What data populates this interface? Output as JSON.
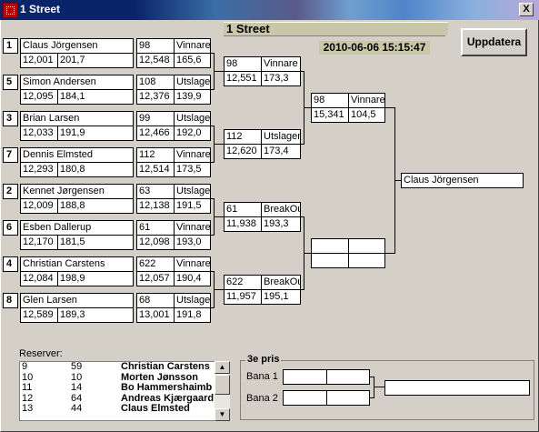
{
  "window": {
    "title": "1 Street",
    "close_label": "X"
  },
  "header": {
    "title": "1 Street",
    "datetime": "2010-06-06 15:15:47",
    "refresh_label": "Uppdatera"
  },
  "round1": [
    {
      "seed": "1",
      "name": "Claus Jörgensen",
      "avg": "12,001",
      "hc": "201,7",
      "sheet": "98",
      "result": "Vinnare",
      "time": "12,548",
      "speed": "165,6"
    },
    {
      "seed": "5",
      "name": "Simon Andersen",
      "avg": "12,095",
      "hc": "184,1",
      "sheet": "108",
      "result": "Utslagen",
      "time": "12,376",
      "speed": "139,9"
    },
    {
      "seed": "3",
      "name": "Brian Larsen",
      "avg": "12,033",
      "hc": "191,9",
      "sheet": "99",
      "result": "Utslagen",
      "time": "12,466",
      "speed": "192,0"
    },
    {
      "seed": "7",
      "name": "Dennis Elmsted",
      "avg": "12,293",
      "hc": "180,8",
      "sheet": "112",
      "result": "Vinnare",
      "time": "12,514",
      "speed": "173,5"
    },
    {
      "seed": "2",
      "name": "Kennet Jørgensen",
      "avg": "12,009",
      "hc": "188,8",
      "sheet": "63",
      "result": "Utslagen",
      "time": "12,138",
      "speed": "191,5"
    },
    {
      "seed": "6",
      "name": "Esben Dallerup",
      "avg": "12,170",
      "hc": "181,5",
      "sheet": "61",
      "result": "Vinnare",
      "time": "12,098",
      "speed": "193,0"
    },
    {
      "seed": "4",
      "name": "Christian Carstens",
      "avg": "12,084",
      "hc": "198,9",
      "sheet": "622",
      "result": "Vinnare",
      "time": "12,057",
      "speed": "190,4"
    },
    {
      "seed": "8",
      "name": "Glen Larsen",
      "avg": "12,589",
      "hc": "189,3",
      "sheet": "68",
      "result": "Utslagen",
      "time": "13,001",
      "speed": "191,8"
    }
  ],
  "round2": [
    {
      "sheet": "98",
      "result": "Vinnare",
      "time": "12,551",
      "speed": "173,3"
    },
    {
      "sheet": "112",
      "result": "Utslagen",
      "time": "12,620",
      "speed": "173,4"
    },
    {
      "sheet": "61",
      "result": "BreakOut",
      "time": "11,938",
      "speed": "193,3"
    },
    {
      "sheet": "622",
      "result": "BreakOut",
      "time": "11,957",
      "speed": "195,1"
    }
  ],
  "semifinal": [
    {
      "sheet": "98",
      "result": "Vinnare",
      "time": "15,341",
      "speed": "104,5"
    },
    {
      "sheet": "",
      "result": "",
      "time": "",
      "speed": ""
    }
  ],
  "winner": "Claus Jörgensen",
  "reserves": {
    "label": "Reserver:",
    "rows": [
      {
        "pos": "9",
        "num": "59",
        "name": "Christian Carstens"
      },
      {
        "pos": "10",
        "num": "10",
        "name": "Morten Jønsson"
      },
      {
        "pos": "11",
        "num": "14",
        "name": "Bo Hammershaimb"
      },
      {
        "pos": "12",
        "num": "64",
        "name": "Andreas Kjærgaard"
      },
      {
        "pos": "13",
        "num": "44",
        "name": "Claus Elmsted"
      }
    ]
  },
  "third_place": {
    "title": "3e pris",
    "lane1": "Bana 1",
    "lane2": "Bana 2"
  }
}
